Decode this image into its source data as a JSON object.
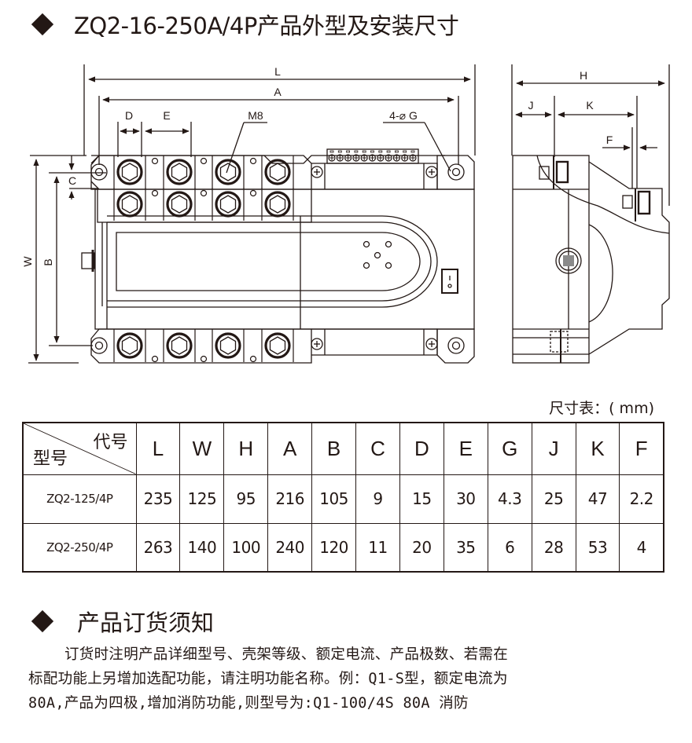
{
  "header": {
    "title": "ZQ2-16-250A/4P产品外型及安装尺寸"
  },
  "drawing": {
    "front_view_labels": {
      "L": "L",
      "A": "A",
      "D": "D",
      "E": "E",
      "M8": "M8",
      "G": "4-⌀ G",
      "C": "C",
      "W": "W",
      "B": "B"
    },
    "side_view_labels": {
      "H": "H",
      "J": "J",
      "K": "K",
      "F": "F"
    },
    "colors": {
      "line": "#231815",
      "knob": "#8a8a8a"
    }
  },
  "dimension_table": {
    "unit_label": "尺寸表：( mm)",
    "corner": {
      "code_label": "代号",
      "model_label": "型号"
    },
    "columns": [
      "L",
      "W",
      "H",
      "A",
      "B",
      "C",
      "D",
      "E",
      "G",
      "J",
      "K",
      "F"
    ],
    "rows": [
      {
        "model": "ZQ2-125/4P",
        "values": [
          "235",
          "125",
          "95",
          "216",
          "105",
          "9",
          "15",
          "30",
          "4.3",
          "25",
          "47",
          "2.2"
        ]
      },
      {
        "model": "ZQ2-250/4P",
        "values": [
          "263",
          "140",
          "100",
          "240",
          "120",
          "11",
          "20",
          "35",
          "6",
          "28",
          "53",
          "4"
        ]
      }
    ]
  },
  "ordering": {
    "title": "产品订货须知",
    "lines": [
      "订货时注明产品详细型号、壳架等级、额定电流、产品极数、若需在",
      "标配功能上另增加选配功能，请注明功能名称。例：Q1-S型，额定电流为",
      "80A,产品为四极,增加消防功能,则型号为:Q1-100/4S  80A  消防"
    ]
  }
}
